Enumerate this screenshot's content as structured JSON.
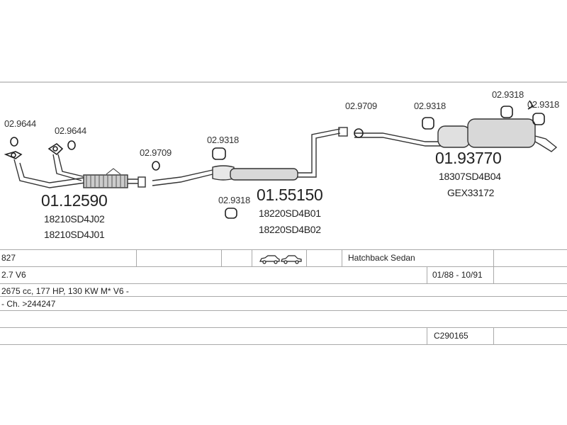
{
  "parts": {
    "p1_label": "02.9644",
    "p2_label": "02.9644",
    "p3_label": "02.9709",
    "p4_label": "02.9318",
    "p5_label": "02.9318",
    "p6_label": "02.9709",
    "p7_label": "02.9318",
    "p8_label": "02.9318",
    "p9_label": "02.9318",
    "main1": {
      "number": "01.12590",
      "ref1": "18210SD4J02",
      "ref2": "18210SD4J01"
    },
    "main2": {
      "number": "01.55150",
      "ref1": "18220SD4B01",
      "ref2": "18220SD4B02"
    },
    "main3": {
      "number": "01.93770",
      "ref1": "18307SD4B04",
      "ref2": "GEX33172"
    }
  },
  "table": {
    "model": "827",
    "body_types": "Hatchback Sedan",
    "engine": "2.7 V6",
    "years": "01/88 - 10/91",
    "specs": "2675 cc, 177 HP, 130 KW M* V6 -",
    "chassis": "- Ch. >244247",
    "code": "C290165"
  },
  "icons": [
    "hatchback-car-icon",
    "sedan-car-icon"
  ]
}
